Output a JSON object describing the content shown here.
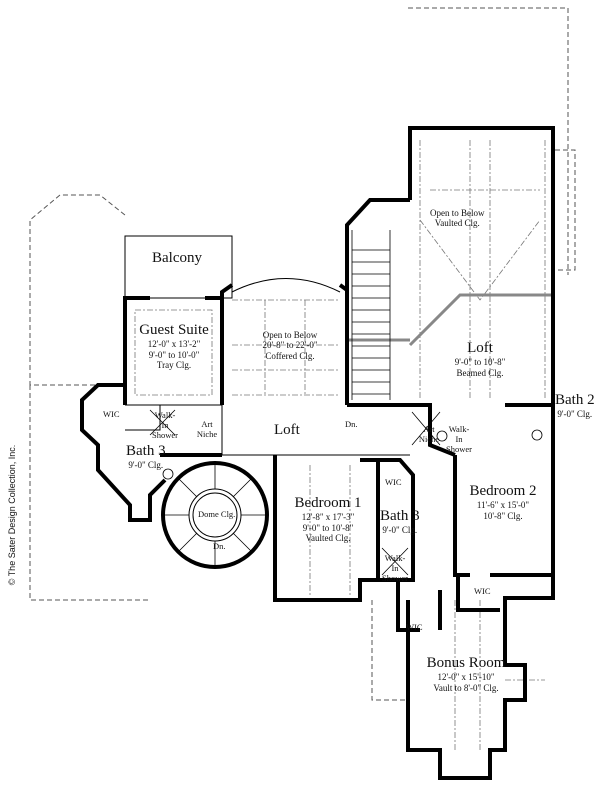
{
  "copyright": "© The Sater Design Collection, Inc.",
  "rooms": {
    "open_above_top": {
      "name": "Open to Below",
      "ceiling": "Vaulted Clg."
    },
    "balcony": {
      "name": "Balcony"
    },
    "guest_suite": {
      "name": "Guest Suite",
      "size": "12'-0\" x 13'-2\"",
      "height": "9'-0\" to 10'-0\"",
      "ceiling": "Tray Clg."
    },
    "open_below": {
      "name": "Open to Below",
      "height": "20'-8\" to 22'-0\"",
      "ceiling": "Coffered Clg."
    },
    "loft_upper": {
      "name": "Loft",
      "height": "9'-0\" to 10'-8\"",
      "ceiling": "Beamed Clg."
    },
    "loft_main": {
      "name": "Loft"
    },
    "bath2": {
      "name": "Bath 2",
      "ceiling": "9'-0\" Clg."
    },
    "bath3_left": {
      "name": "Bath 3",
      "ceiling": "9'-0\" Clg."
    },
    "bath3_mid": {
      "name": "Bath 3",
      "ceiling": "9'-0\" Clg."
    },
    "bedroom1": {
      "name": "Bedroom 1",
      "size": "12'-8\" x 17'-3\"",
      "height": "9'-0\" to 10'-8\"",
      "ceiling": "Vaulted Clg."
    },
    "bedroom2": {
      "name": "Bedroom 2",
      "size": "11'-6\" x 15'-0\"",
      "ceiling": "10'-8\" Clg."
    },
    "bonus": {
      "name": "Bonus Room",
      "size": "12'-0\" x 15'-10\"",
      "ceiling": "Vault to 8'-0\" Clg."
    },
    "dome": {
      "name": "Dome Clg."
    }
  },
  "small_labels": {
    "wic": "WIC",
    "walk_in_shower": "Walk-In Shower",
    "art_niche": "Art Niche",
    "down": "Dn."
  }
}
